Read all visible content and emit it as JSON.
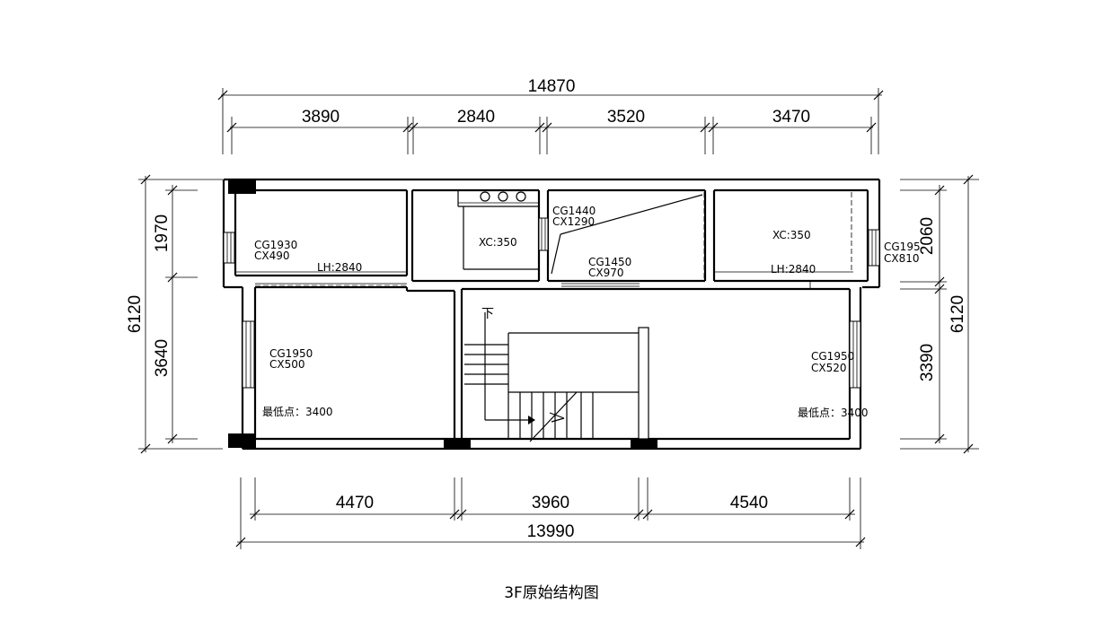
{
  "dimensions": {
    "top_total": "14870",
    "top_segments": [
      "3890",
      "2840",
      "3520",
      "3470"
    ],
    "bottom_total": "13990",
    "bottom_segments": [
      "4470",
      "3960",
      "4540"
    ],
    "left_total": "6120",
    "left_segments": [
      "1970",
      "3640"
    ],
    "right_total": "6120",
    "right_segments": [
      "2060",
      "3390"
    ]
  },
  "labels": {
    "room_tl_cg": "CG1930",
    "room_tl_cx": "CX490",
    "room_tl_lh": "LH:2840",
    "kitchen_xc": "XC:350",
    "room_tc_cg1": "CG1440",
    "room_tc_cx1": "CX1290",
    "room_tc_cg2": "CG1450",
    "room_tc_cx2": "CX970",
    "room_tr_xc": "XC:350",
    "room_tr_lh": "LH:2840",
    "right_window_cg": "CG195",
    "right_window_cx": "CX810",
    "left_room_cg": "CG1950",
    "left_room_cx": "CX500",
    "left_lowest": "最低点：3400",
    "right_room_cg": "CG1950",
    "right_room_cx": "CX520",
    "right_lowest": "最低点：3400",
    "stair_down": "下"
  },
  "caption": "3F原始结构图"
}
